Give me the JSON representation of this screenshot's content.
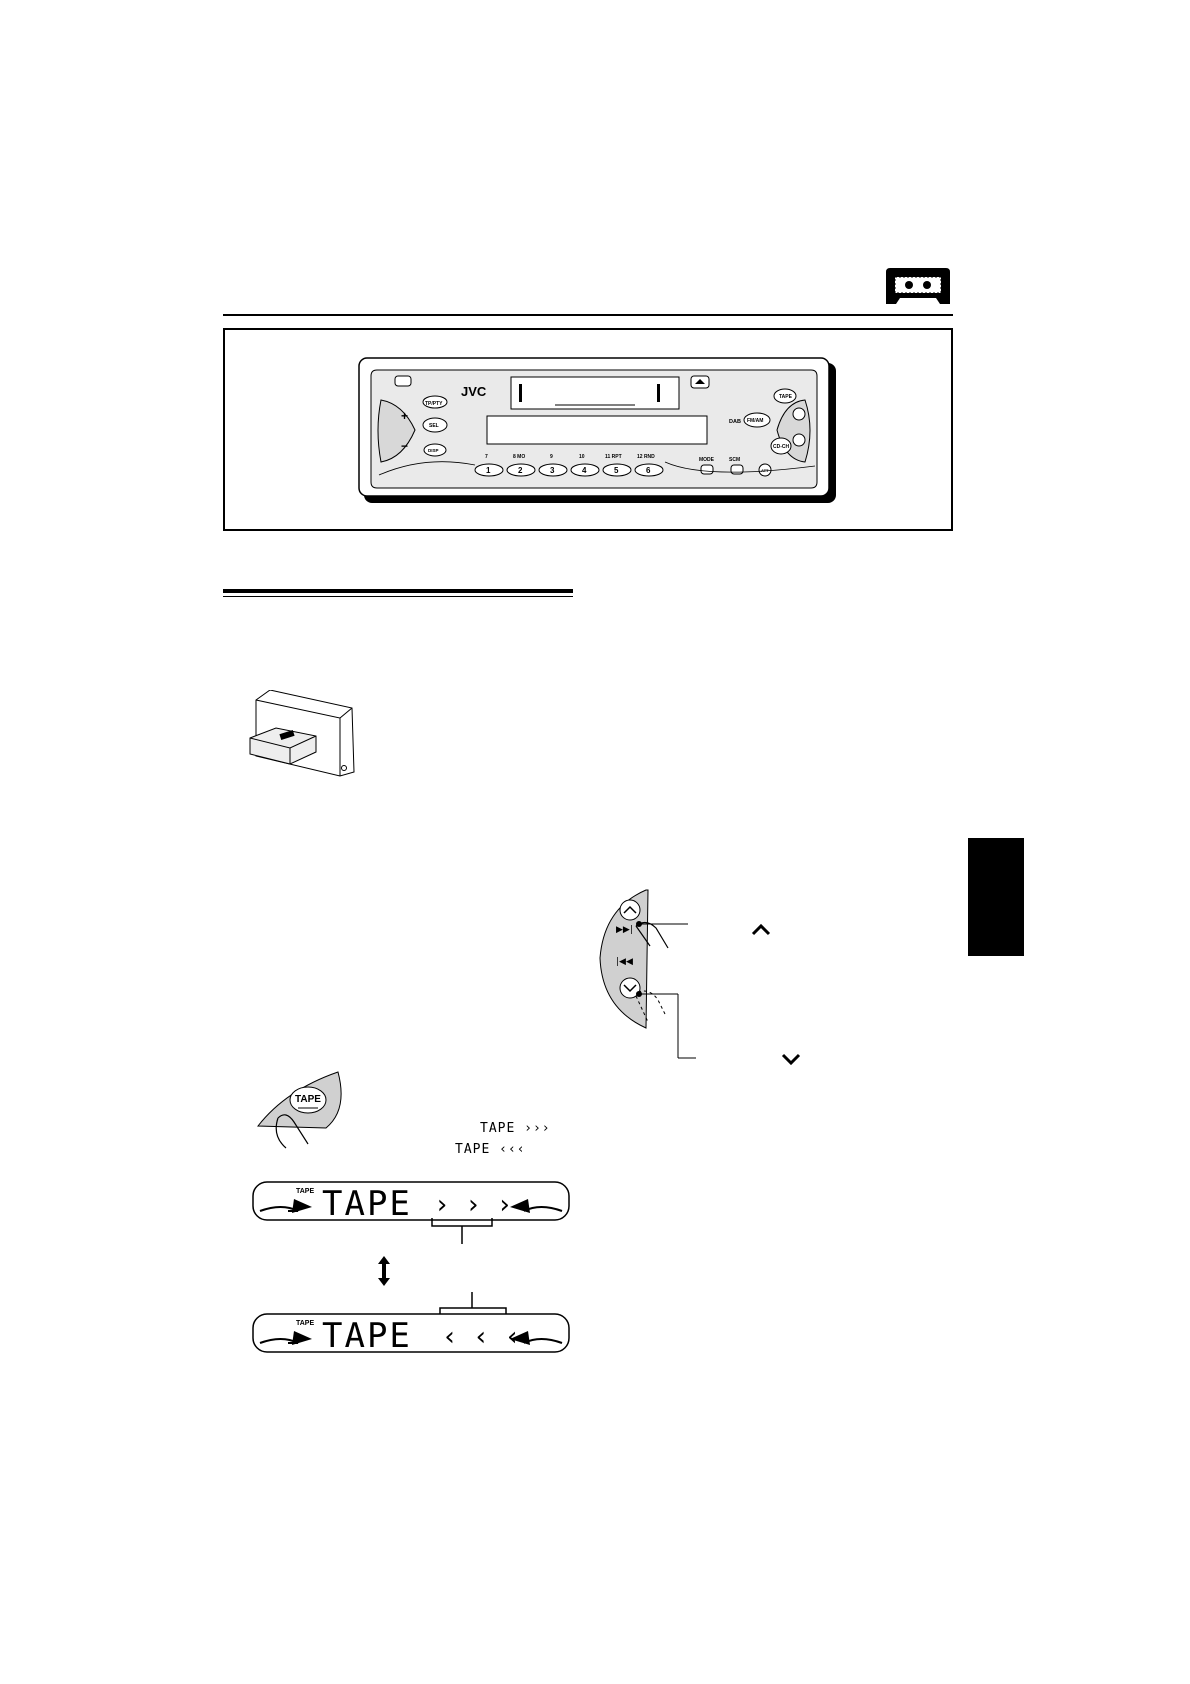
{
  "page": {
    "tape_icon": "cassette-icon"
  },
  "faceplate": {
    "brand": "JVC",
    "dab_label": "DAB",
    "fm_am_label": "FM/AM",
    "tape_label": "TAPE",
    "cd_ch_label": "CD-CH",
    "sel_label": "SEL",
    "dsp_label": "DISP",
    "tp_pty_label": "TP/PTY",
    "att_label": "ATT",
    "mode_label": "MODE",
    "scm_label": "SCM",
    "upper_preset_labels": [
      "7",
      "8 MO",
      "9",
      "10",
      "11 RPT",
      "12 RND"
    ],
    "preset_buttons": [
      "1",
      "2",
      "3",
      "4",
      "5",
      "6"
    ]
  },
  "tape_button": {
    "label": "TAPE",
    "forward_text": "TAPE ›››",
    "reverse_text": "TAPE ‹‹‹"
  },
  "lcd_forward": {
    "indicator": "TAPE",
    "text": "TAPE",
    "arrows": "› › ›"
  },
  "lcd_reverse": {
    "indicator": "TAPE",
    "text": "TAPE",
    "arrows": "‹ ‹ ‹"
  }
}
